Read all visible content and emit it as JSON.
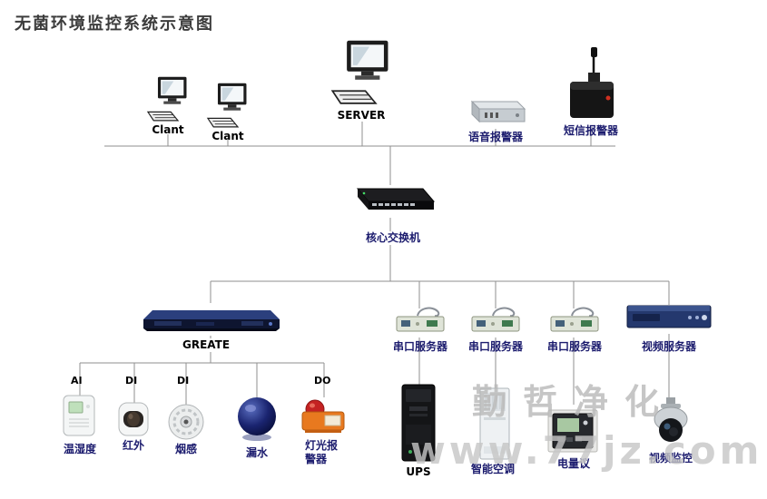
{
  "title": "无菌环境监控系统示意图",
  "watermark": {
    "brand": "勤哲净化",
    "url": "www.77jz.com"
  },
  "top": {
    "client1": "Clant",
    "client2": "Clant",
    "server": "SERVER",
    "voice_alarm": "语音报警器",
    "sms_alarm": "短信报警器"
  },
  "switch": {
    "label": "核心交换机"
  },
  "mid": {
    "greate": "GREATE",
    "serial1": "串口服务器",
    "serial2": "串口服务器",
    "serial3": "串口服务器",
    "video_server": "视频服务器"
  },
  "ports": {
    "ai": "AI",
    "di1": "DI",
    "di2": "DI",
    "do": "DO"
  },
  "sensors": {
    "temp_humidity": "温湿度",
    "infrared": "红外",
    "smoke": "烟感",
    "water_leak": "漏水",
    "light_alarm": "灯光报\n警器"
  },
  "bottom": {
    "ups": "UPS",
    "smart_ac": "智能空调",
    "power_meter": "电量议",
    "video_monitor": "视频监控"
  }
}
